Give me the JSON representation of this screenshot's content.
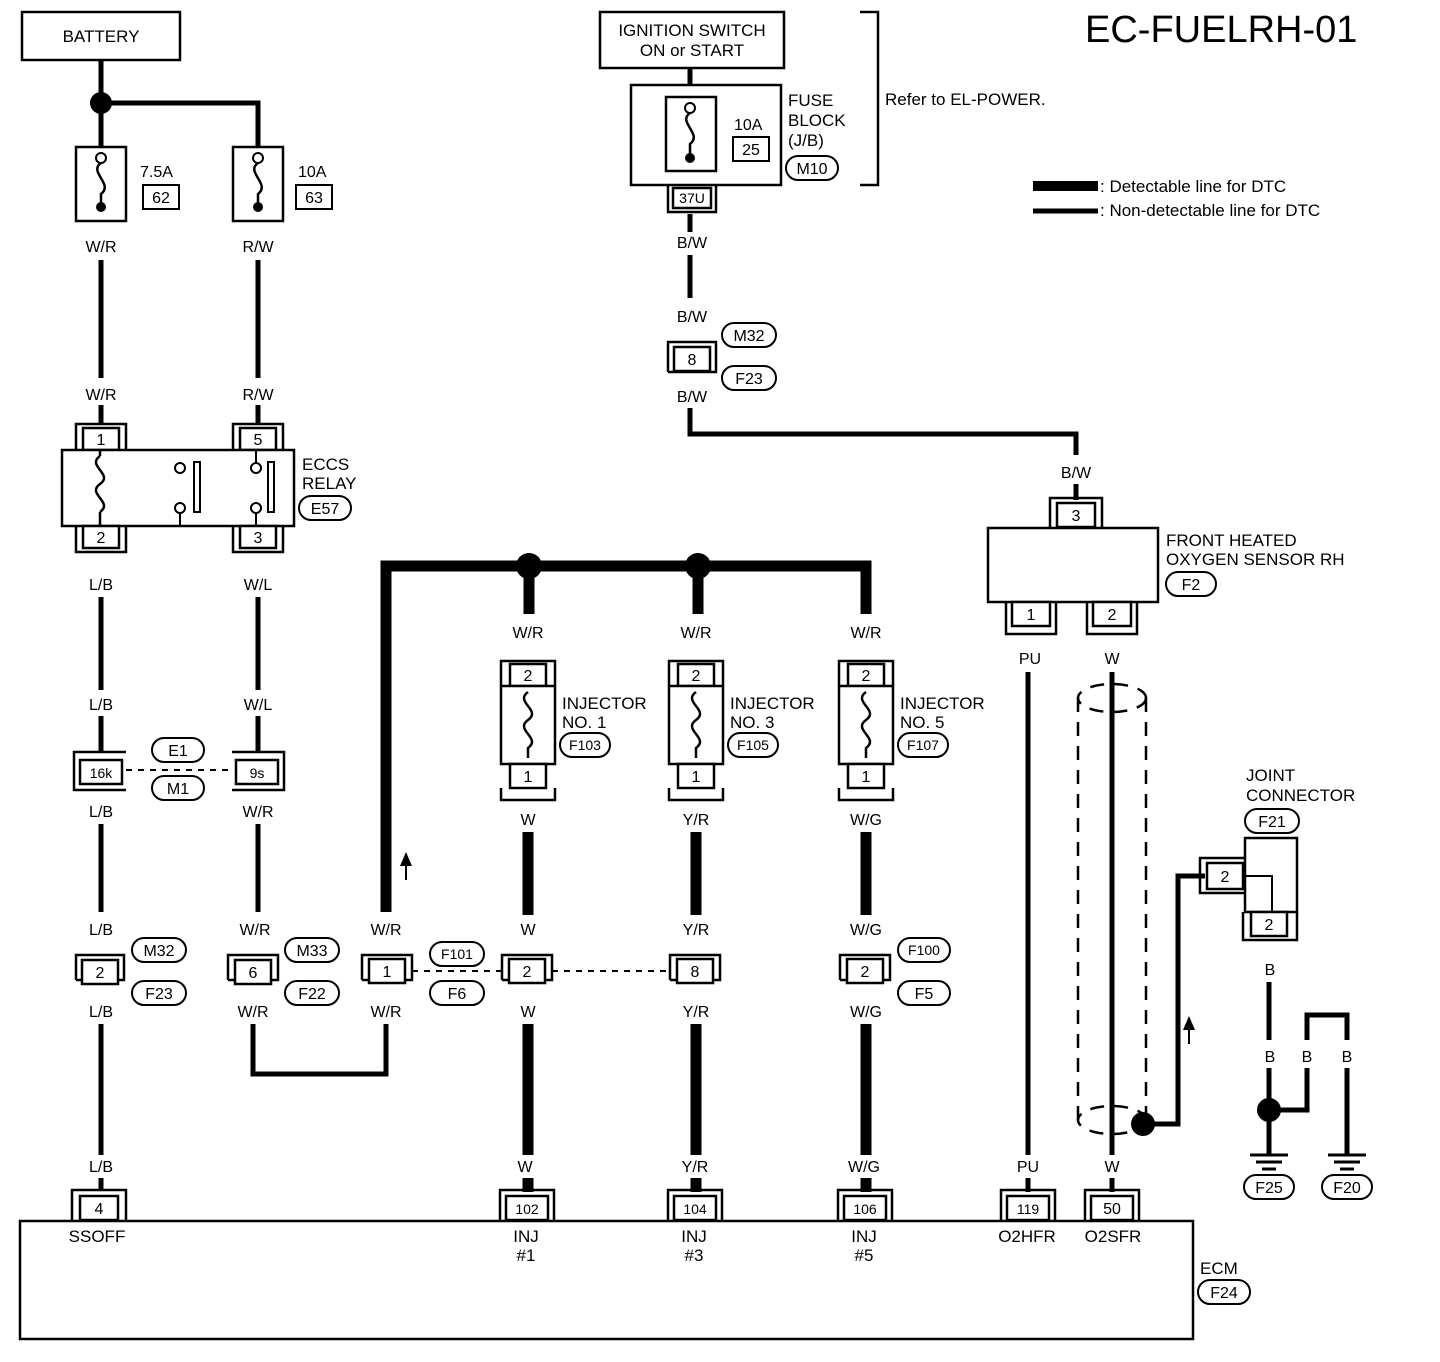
{
  "title": "EC-FUELRH-01",
  "legend": {
    "detectable": ": Detectable line for DTC",
    "non_detectable": ": Non-detectable line for DTC"
  },
  "battery": "BATTERY",
  "ignition": {
    "line1": "IGNITION SWITCH",
    "line2": "ON or START"
  },
  "fuse_block": {
    "line1": "FUSE",
    "line2": "BLOCK",
    "line3": "(J/B)",
    "rating": "10A",
    "number": "25",
    "connector": "M10",
    "terminal": "37U",
    "refer": "Refer to EL-POWER."
  },
  "fuse_62": {
    "rating": "7.5A",
    "number": "62"
  },
  "fuse_63": {
    "rating": "10A",
    "number": "63"
  },
  "wire_colors": {
    "wr": "W/R",
    "rw": "R/W",
    "lb": "L/B",
    "wl": "W/L",
    "bw": "B/W",
    "w": "W",
    "yr": "Y/R",
    "wg": "W/G",
    "pu": "PU",
    "b": "B"
  },
  "eccs_relay": {
    "line1": "ECCS",
    "line2": "RELAY",
    "connector": "E57",
    "pin1": "1",
    "pin2": "2",
    "pin3": "3",
    "pin5": "5"
  },
  "conn_e1": {
    "top": "E1",
    "bottom": "M1",
    "pin_left": "16k",
    "pin_right": "9s"
  },
  "conn_m32_f23_low": {
    "top": "M32",
    "bottom": "F23",
    "pin": "2"
  },
  "conn_m33_f22": {
    "top": "M33",
    "bottom": "F22",
    "pin": "6"
  },
  "conn_f101_f6": {
    "top": "F101",
    "bottom": "F6",
    "pin1": "1",
    "pin2": "2",
    "pin3": "8"
  },
  "conn_f100_f5": {
    "top": "F100",
    "bottom": "F5",
    "pin": "2"
  },
  "conn_m32_f23_high": {
    "top": "M32",
    "bottom": "F23",
    "pin": "8"
  },
  "injector1": {
    "line1": "INJECTOR",
    "line2": "NO. 1",
    "connector": "F103",
    "pin_top": "2",
    "pin_bottom": "1"
  },
  "injector3": {
    "line1": "INJECTOR",
    "line2": "NO. 3",
    "connector": "F105",
    "pin_top": "2",
    "pin_bottom": "1"
  },
  "injector5": {
    "line1": "INJECTOR",
    "line2": "NO. 5",
    "connector": "F107",
    "pin_top": "2",
    "pin_bottom": "1"
  },
  "o2_sensor": {
    "line1": "FRONT HEATED",
    "line2": "OXYGEN SENSOR RH",
    "connector": "F2",
    "pin1": "1",
    "pin2": "2",
    "pin3": "3"
  },
  "joint": {
    "line1": "JOINT",
    "line2": "CONNECTOR",
    "connector": "F21",
    "pin_left": "2",
    "pin_bottom": "2"
  },
  "grounds": {
    "g1": "F25",
    "g2": "F20"
  },
  "ecm": {
    "label": "ECM",
    "connector": "F24",
    "pins": {
      "p4": "4",
      "p102": "102",
      "p104": "104",
      "p106": "106",
      "p119": "119",
      "p50": "50"
    },
    "terminals": {
      "ssoff": "SSOFF",
      "inj": "INJ",
      "n1": "#1",
      "n3": "#3",
      "n5": "#5",
      "o2hfr": "O2HFR",
      "o2sfr": "O2SFR"
    }
  }
}
